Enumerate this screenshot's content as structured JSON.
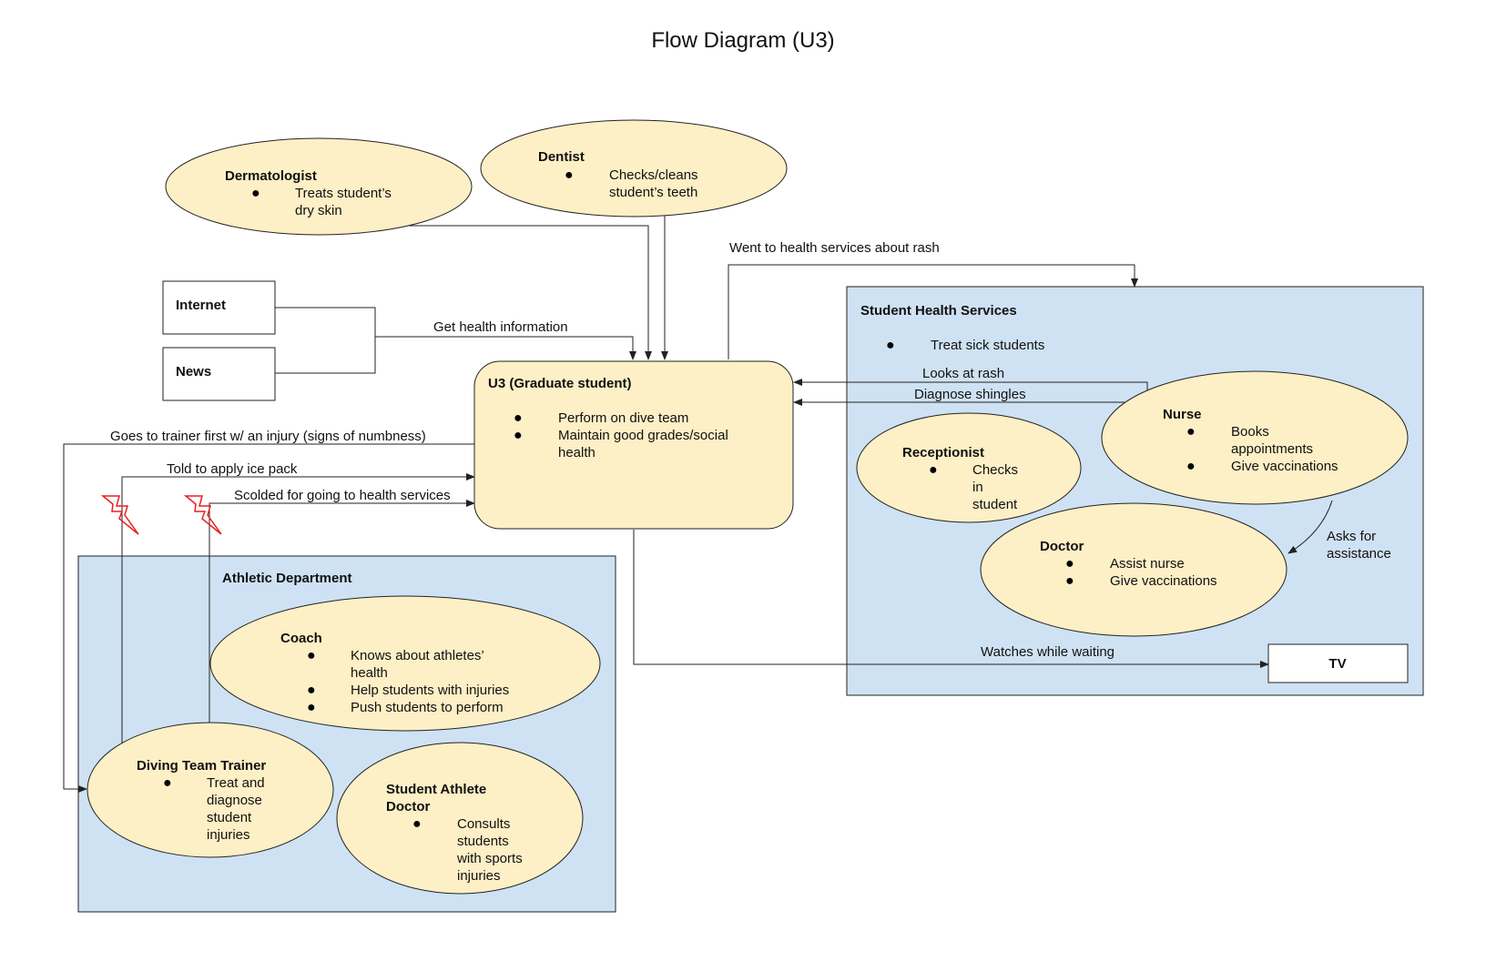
{
  "title": "Flow Diagram (U3)",
  "colors": {
    "node_fill": "#fdefc6",
    "region_fill": "#cfe2f3",
    "stroke": "#222222",
    "lightning": "#e82020"
  },
  "bullet": "●",
  "nodes": {
    "dermatologist": {
      "title": "Dermatologist",
      "items": [
        "Treats student’s",
        "dry skin"
      ]
    },
    "dentist": {
      "title": "Dentist",
      "items": [
        "Checks/cleans",
        "student’s teeth"
      ]
    },
    "internet": {
      "title": "Internet"
    },
    "news": {
      "title": "News"
    },
    "u3": {
      "title": "U3 (Graduate student)",
      "items": [
        "Perform on dive team",
        "Maintain good grades/social",
        "health"
      ]
    },
    "health_services": {
      "title": "Student Health Services",
      "items": [
        "Treat sick students"
      ]
    },
    "nurse": {
      "title": "Nurse",
      "items": [
        "Books",
        "appointments",
        "Give vaccinations"
      ]
    },
    "receptionist": {
      "title": "Receptionist",
      "items": [
        "Checks",
        "in",
        "student"
      ]
    },
    "doctor": {
      "title": "Doctor",
      "items": [
        "Assist nurse",
        "Give vaccinations"
      ]
    },
    "tv": {
      "title": "TV"
    },
    "athletic_department": {
      "title": "Athletic Department"
    },
    "coach": {
      "title": "Coach",
      "items": [
        "Knows about athletes’",
        "health",
        "Help students with injuries",
        "Push students to perform"
      ]
    },
    "trainer": {
      "title": "Diving Team Trainer",
      "items": [
        "Treat and",
        "diagnose",
        "student",
        "injuries"
      ]
    },
    "athlete_doctor": {
      "title_lines": [
        "Student Athlete",
        "Doctor"
      ],
      "items": [
        "Consults",
        "students",
        "with sports",
        "injuries"
      ]
    }
  },
  "edges": {
    "health_info": "Get health information",
    "went_to_services": "Went to health services about rash",
    "looks_at_rash": "Looks at rash",
    "diagnose_shingles": "Diagnose shingles",
    "goes_to_trainer": "Goes to trainer first w/ an injury (signs of numbness)",
    "ice_pack": "Told to apply ice pack",
    "scolded": "Scolded for going to health services",
    "asks_line1": "Asks for",
    "asks_line2": "assistance",
    "watches_tv": "Watches while waiting"
  }
}
